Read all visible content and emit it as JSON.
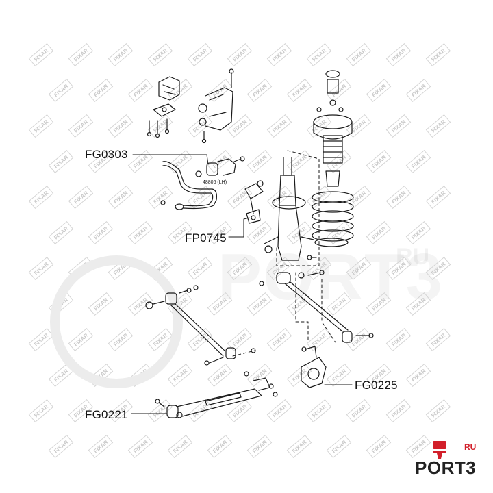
{
  "colors": {
    "line": "#1a1a1a",
    "brand_red": "#d21f2a",
    "brand_dark": "#222222",
    "watermark": "#c9c9c9"
  },
  "watermark": {
    "tile_text": "FIXAR",
    "text": "PORT3",
    "suffix": "RU"
  },
  "callouts": [
    {
      "id": "fg0303",
      "text": "FG0303"
    },
    {
      "id": "fp0745",
      "text": "FP0745"
    },
    {
      "id": "fg0225",
      "text": "FG0225"
    },
    {
      "id": "fg0221",
      "text": "FG0221"
    }
  ],
  "ref_code": "48806 (LH)",
  "brand": {
    "name": "PORT3",
    "suffix": "RU",
    "icon": "piston-icon"
  }
}
